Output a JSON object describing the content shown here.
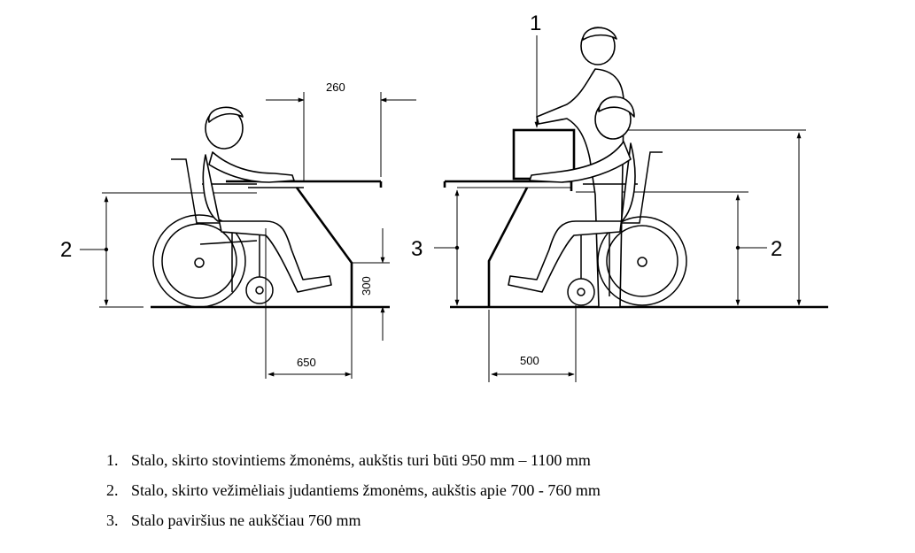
{
  "diagram": {
    "dimensions": {
      "depth_top": "260",
      "knee_height": "300",
      "depth_left": "650",
      "depth_right": "500"
    },
    "callouts": {
      "left_2": "2",
      "right_1": "1",
      "right_3": "3",
      "right_2": "2"
    }
  },
  "notes": [
    {
      "number": "1.",
      "text": "Stalo, skirto stovintiems žmonėms, aukštis turi būti 950 mm – 1100 mm"
    },
    {
      "number": "2.",
      "text": "Stalo, skirto vežimėliais judantiems žmonėms, aukštis apie 700 - 760 mm"
    },
    {
      "number": "3.",
      "text": "Stalo paviršius ne aukščiau 760 mm"
    }
  ]
}
